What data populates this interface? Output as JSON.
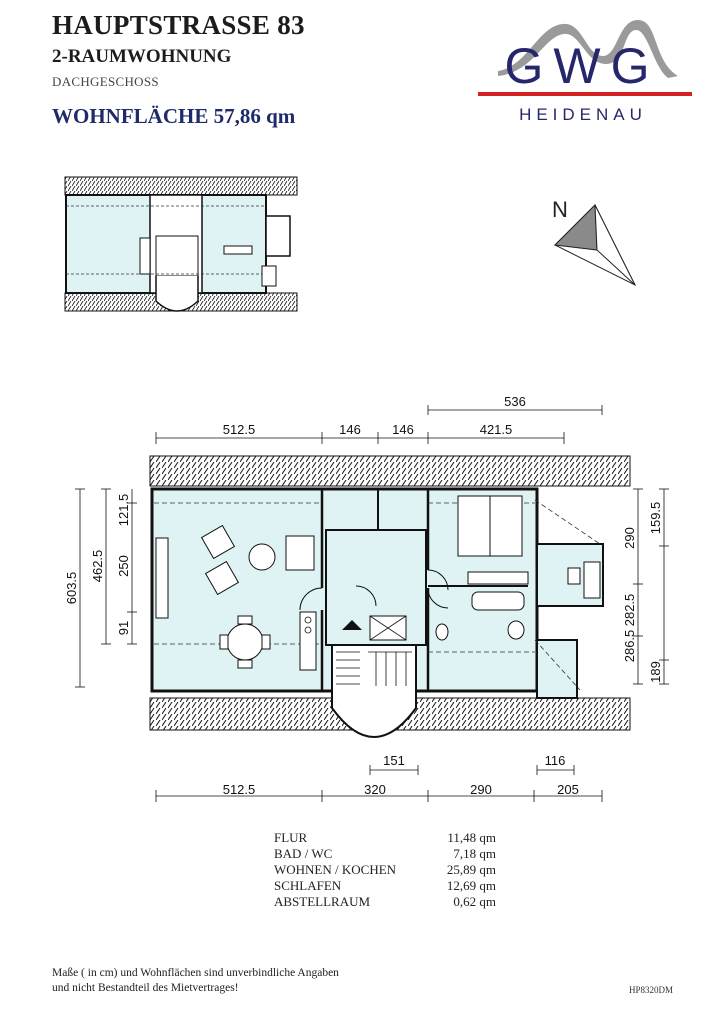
{
  "header": {
    "title": "HAUPTSTRASSE 83",
    "subtitle": "2-RAUMWOHNUNG",
    "floor": "DACHGESCHOSS",
    "area_label": "WOHNFLÄCHE  57,86 qm"
  },
  "logo": {
    "letters": "GWG",
    "city": "HEIDENAU",
    "colors": {
      "letters": "#26276b",
      "swoosh": "#9a9a9a",
      "bar": "#d32222"
    }
  },
  "compass": {
    "label": "N"
  },
  "dimensions": {
    "top_outer": "536",
    "top": [
      "512.5",
      "146",
      "146",
      "421.5"
    ],
    "left": [
      "603.5",
      "462.5",
      "121.5",
      "250",
      "91"
    ],
    "right_inner": [
      "290",
      "282.5",
      "286.5"
    ],
    "right_outer": [
      "159.5",
      "189"
    ],
    "bottom_upper": [
      "151",
      "116"
    ],
    "bottom": [
      "512.5",
      "320",
      "290",
      "205"
    ]
  },
  "rooms": [
    {
      "name": "FLUR",
      "area": "11,48 qm"
    },
    {
      "name": "BAD / WC",
      "area": "7,18 qm"
    },
    {
      "name": "WOHNEN / KOCHEN",
      "area": "25,89 qm"
    },
    {
      "name": "SCHLAFEN",
      "area": "12,69 qm"
    },
    {
      "name": "ABSTELLRAUM",
      "area": "0,62 qm"
    }
  ],
  "footer": {
    "disclaimer_1": "Maße ( in cm) und Wohnflächen sind unverbindliche Angaben",
    "disclaimer_2": "und nicht Bestandteil des Mietvertrages!",
    "code": "HP8320DM"
  },
  "colors": {
    "room_fill": "#dff2f4",
    "wall": "#111111",
    "text_dark": "#1f2a6b"
  }
}
